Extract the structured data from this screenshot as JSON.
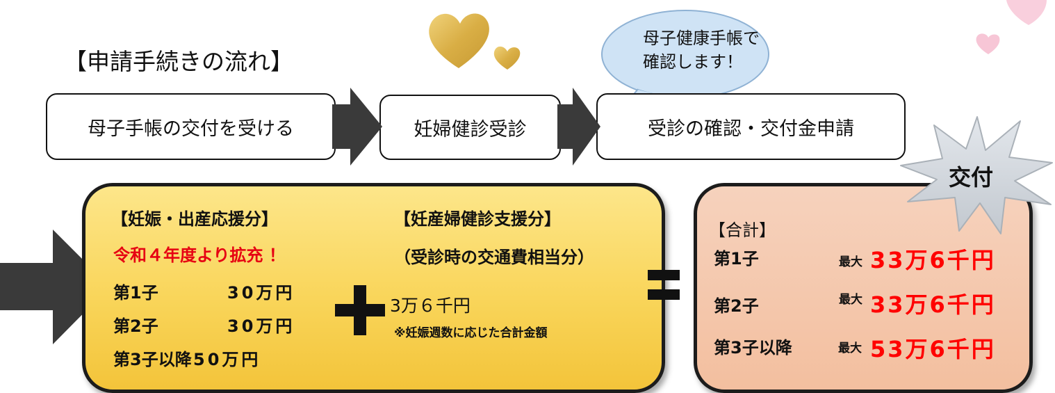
{
  "title": "【申請手続きの流れ】",
  "bubble": {
    "line1": "母子健康手帳で",
    "line2": "確認します！"
  },
  "flow": {
    "step1": "母子手帳の交付を受ける",
    "step2": "妊婦健診受診",
    "step3": "受診の確認・交付金申請"
  },
  "burst_label": "交付",
  "left_panel": {
    "birth_heading": "【妊娠・出産応援分】",
    "expansion_note": "令和４年度より拡充 ！",
    "rows": [
      {
        "label": "第1子",
        "amount": "30万円"
      },
      {
        "label": "第2子",
        "amount": "30万円"
      },
      {
        "label": "第3子以降",
        "amount": "50万円"
      }
    ],
    "checkup_heading": "【妊産婦健診支援分】",
    "checkup_sub": "（受診時の交通費相当分）",
    "checkup_amount": "3万６千円",
    "checkup_note": "※妊娠週数に応じた合計金額"
  },
  "plus_symbol": "+",
  "equals_symbol": "=",
  "right_panel": {
    "heading": "【合計】",
    "max_prefix": "最大",
    "rows": [
      {
        "label": "第1子",
        "amount": "33万6千円"
      },
      {
        "label": "第2子",
        "amount": "33万6千円"
      },
      {
        "label": "第3子以降",
        "amount": "53万6千円"
      }
    ]
  },
  "colors": {
    "left_panel_fill": "#f9d55a",
    "right_panel_fill": "#f3bf9f",
    "accent_red": "#ff0000",
    "bubble_fill": "#cfe3f5",
    "arrow_fill": "#3a3a3a",
    "heart_gold": "#d8b24a",
    "heart_pink": "#f7c6d6"
  },
  "icons": [
    "gold-heart-icon",
    "pink-heart-icon",
    "arrow-right-icon",
    "burst-icon",
    "plus-icon",
    "equals-icon"
  ]
}
